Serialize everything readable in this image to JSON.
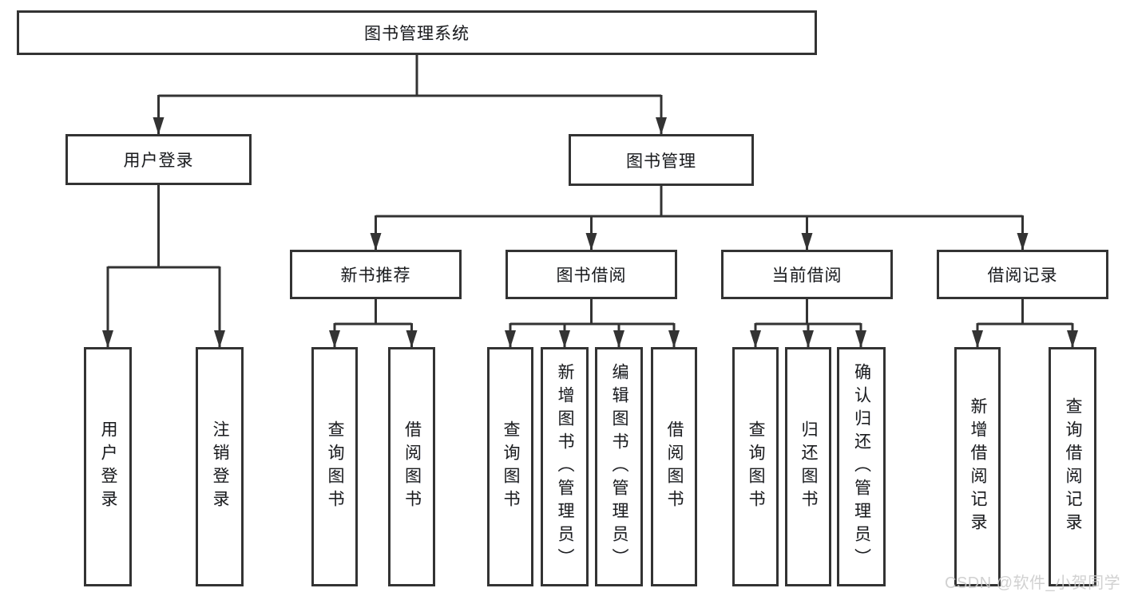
{
  "diagram": {
    "root": {
      "label": "图书管理系统"
    },
    "branches": [
      {
        "label": "用户登录",
        "children": [
          {
            "label": "用户登录"
          },
          {
            "label": "注销登录"
          }
        ]
      },
      {
        "label": "图书管理",
        "children": [
          {
            "label": "新书推荐",
            "children": [
              {
                "label": "查询图书"
              },
              {
                "label": "借阅图书"
              }
            ]
          },
          {
            "label": "图书借阅",
            "children": [
              {
                "label": "查询图书"
              },
              {
                "label": "新增图书（管理员）"
              },
              {
                "label": "编辑图书（管理员）"
              },
              {
                "label": "借阅图书"
              }
            ]
          },
          {
            "label": "当前借阅",
            "children": [
              {
                "label": "查询图书"
              },
              {
                "label": "归还图书"
              },
              {
                "label": "确认归还（管理员）"
              }
            ]
          },
          {
            "label": "借阅记录",
            "children": [
              {
                "label": "新增借阅记录"
              },
              {
                "label": "查询借阅记录"
              }
            ]
          }
        ]
      }
    ]
  },
  "watermark": {
    "text": "CSDN @软件_小贺同学"
  },
  "colors": {
    "line": "#333333",
    "box_border": "#333333",
    "text": "#1c1c1c",
    "watermark": "#cbcbcb"
  }
}
